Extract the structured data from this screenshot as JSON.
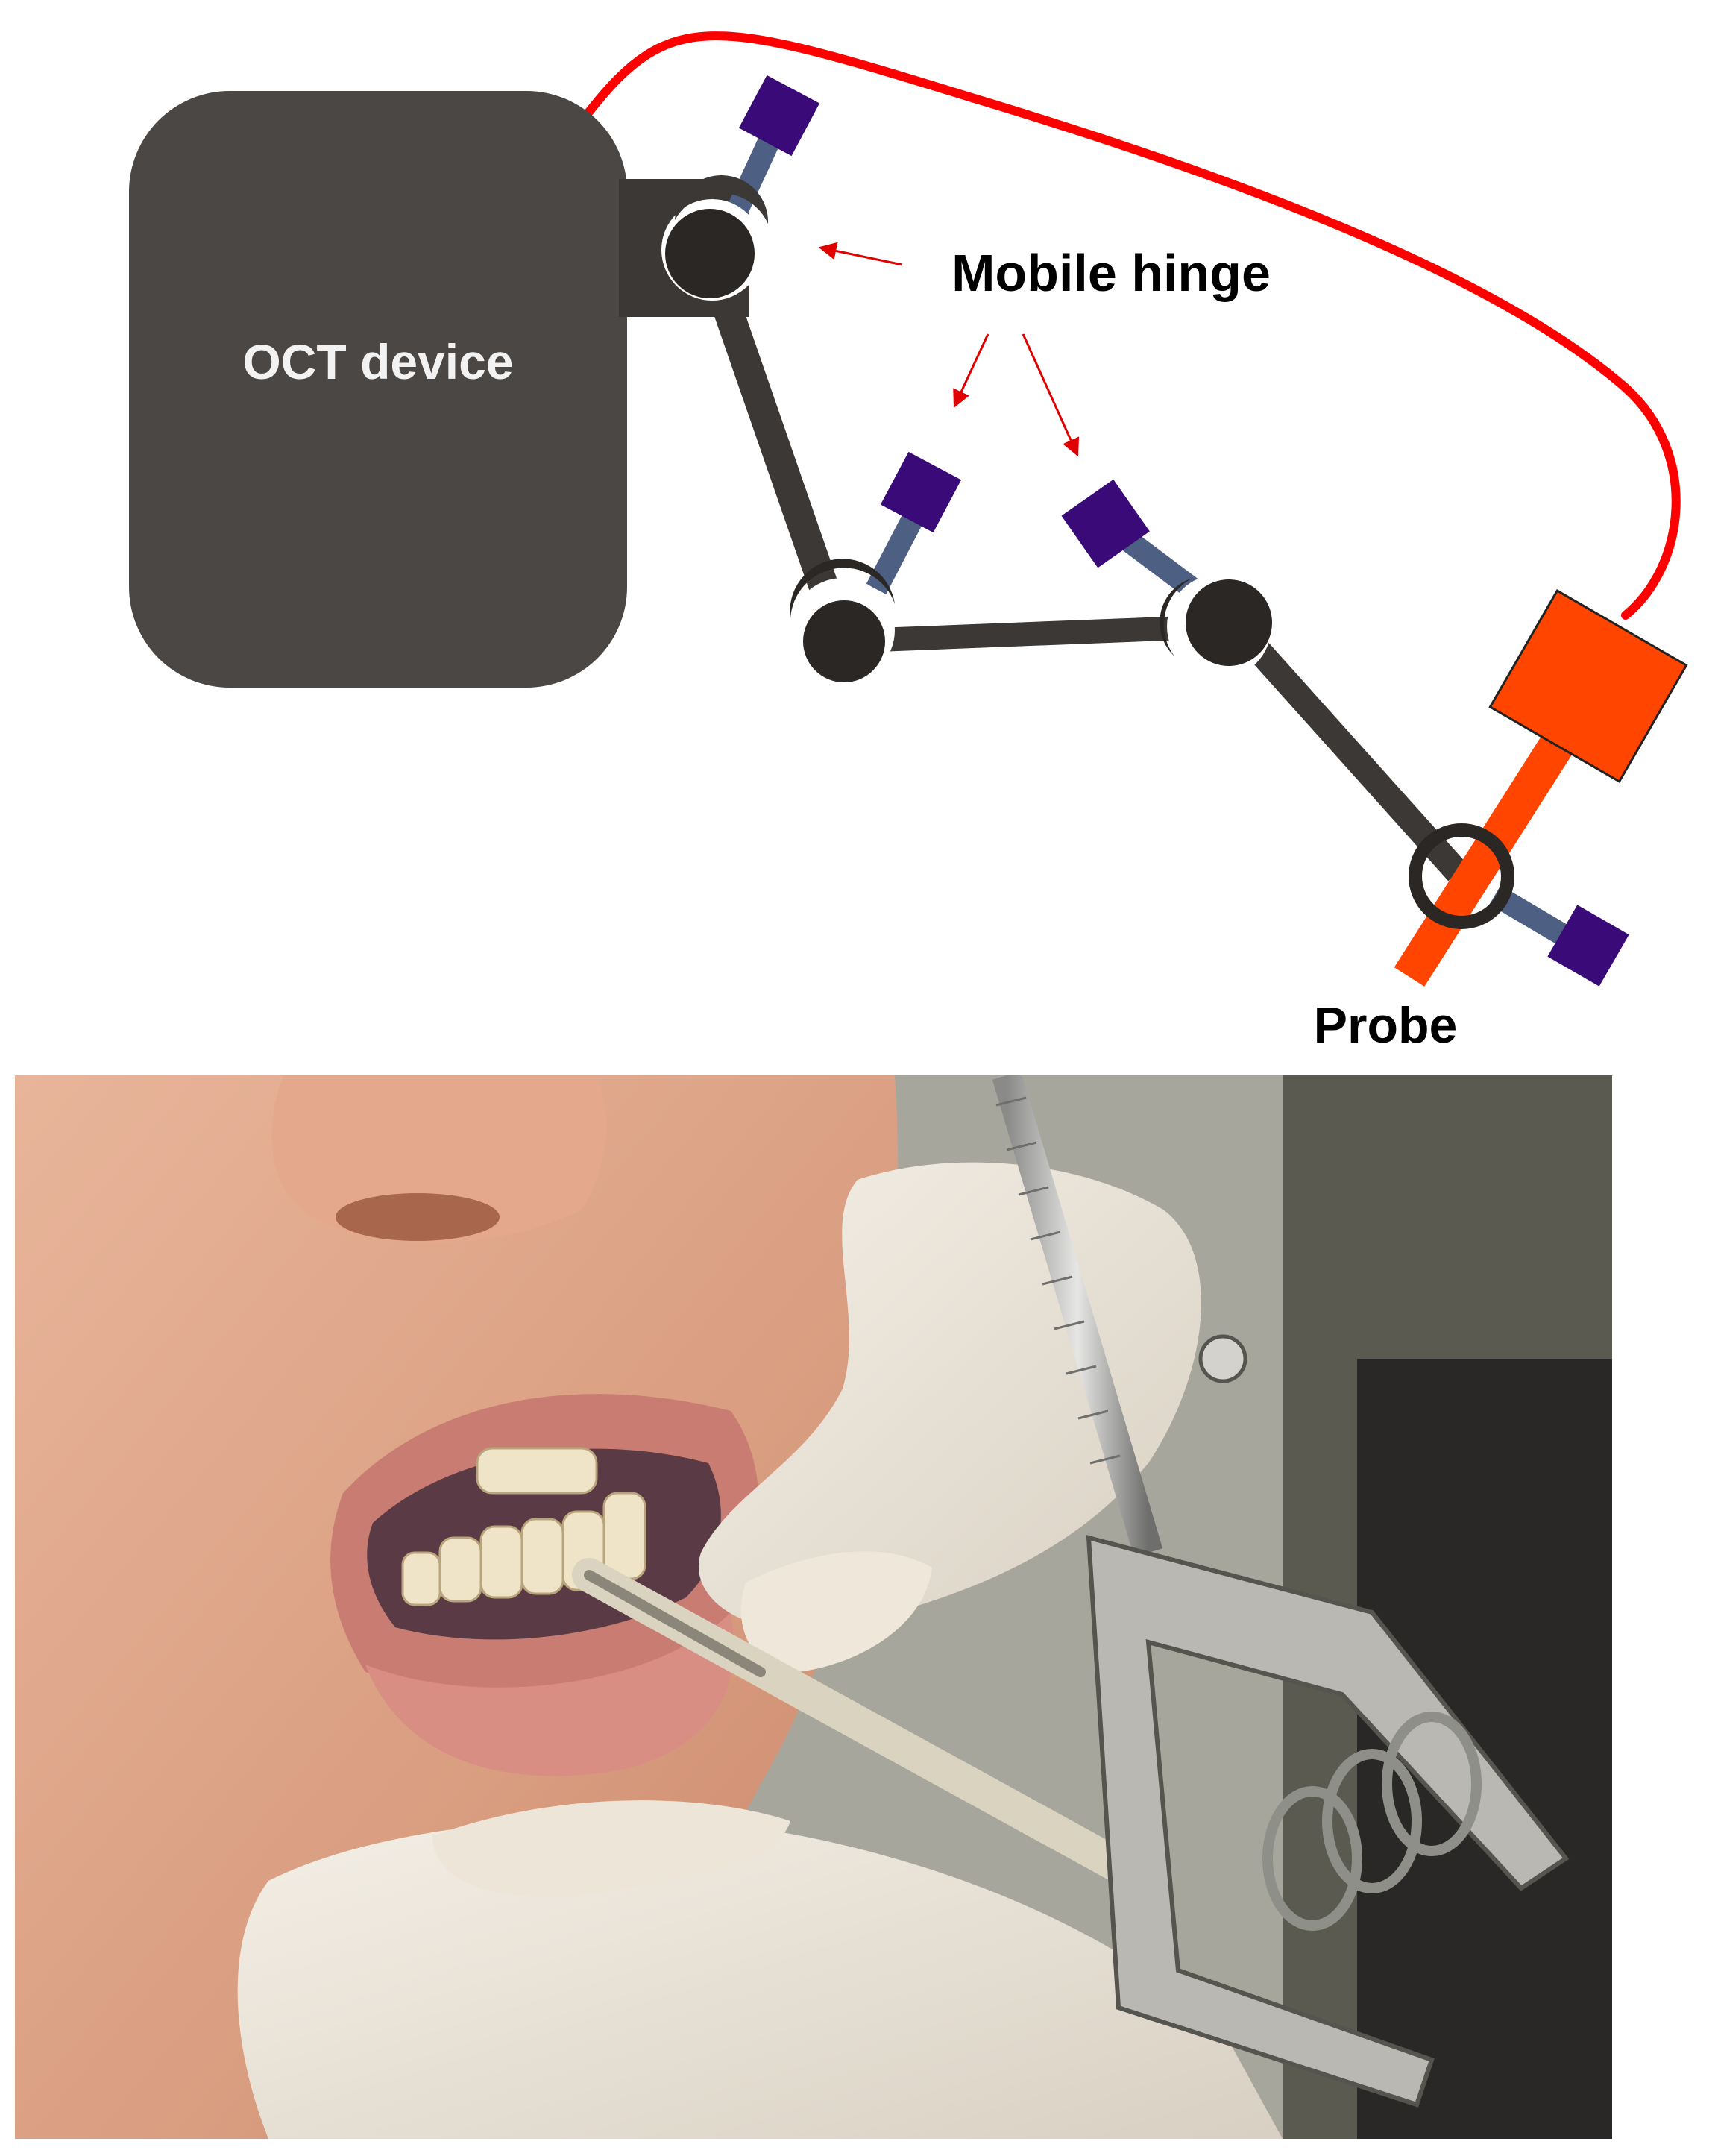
{
  "diagram": {
    "device_label": "OCT device",
    "hinge_label": "Mobile hinge",
    "probe_label": "Probe",
    "colors": {
      "device": "#4a4744",
      "arm": "#3b3835",
      "joint": "#2a2725",
      "knob_stem": "#4d5f82",
      "knob_cap": "#3a0a78",
      "cable": "#ff0000",
      "probe": "#ff4500",
      "arrow": "#e00000"
    }
  },
  "photo": {
    "description_icon": "intraoral-oct-probe-photo"
  }
}
